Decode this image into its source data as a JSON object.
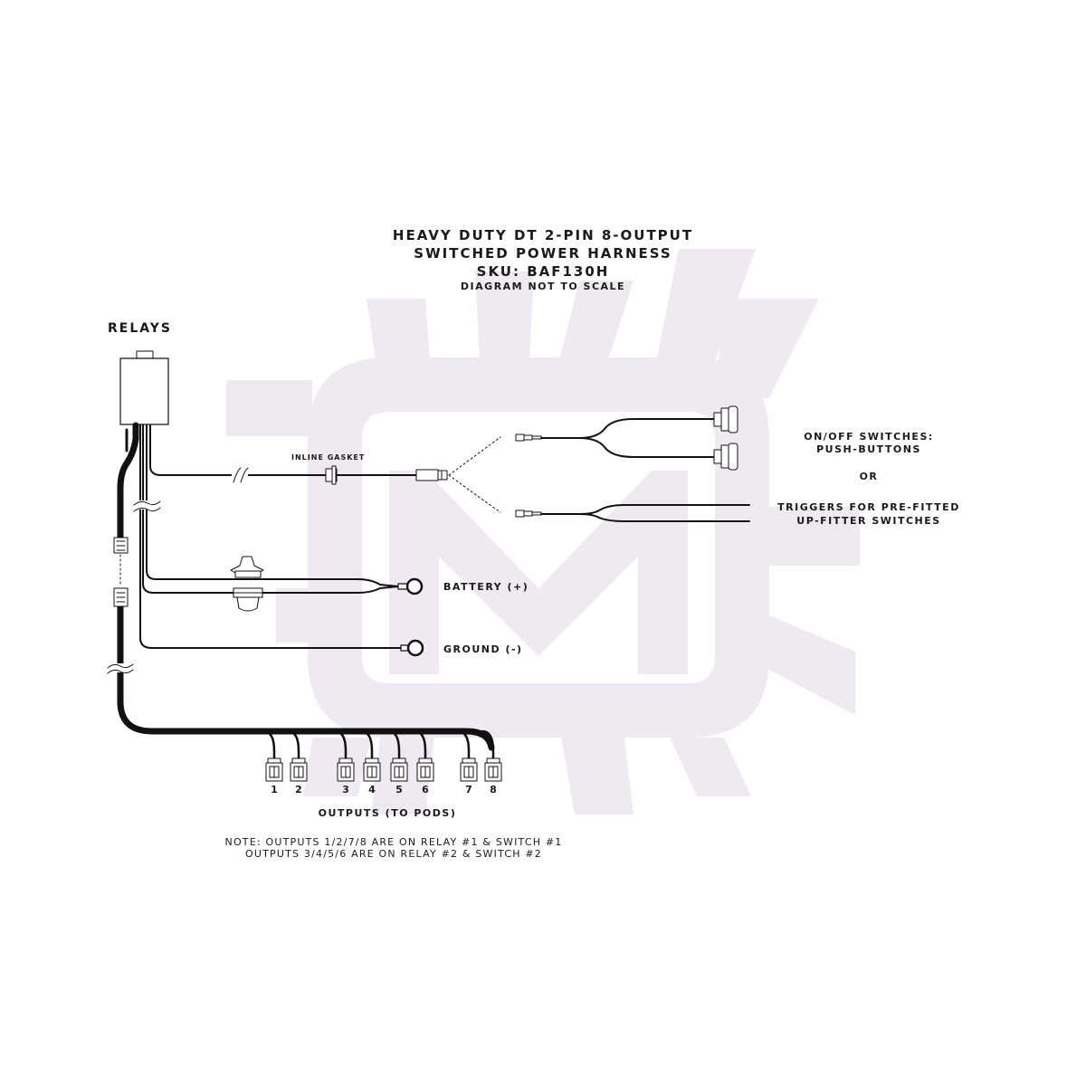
{
  "title": {
    "line1": "HEAVY DUTY DT 2-PIN 8-OUTPUT",
    "line2": "SWITCHED POWER HARNESS",
    "line3": "SKU: BAF130H",
    "line4": "DIAGRAM NOT TO SCALE"
  },
  "labels": {
    "relays": "RELAYS",
    "inline_gasket": "INLINE GASKET",
    "switches_line1": "ON/OFF SWITCHES:",
    "switches_line2": "PUSH-BUTTONS",
    "or": "OR",
    "triggers_line1": "TRIGGERS FOR PRE-FITTED",
    "triggers_line2": "UP-FITTER SWITCHES",
    "battery": "BATTERY (+)",
    "ground": "GROUND (-)",
    "outputs": "OUTPUTS (TO PODS)"
  },
  "note": {
    "line1": "NOTE: OUTPUTS 1/2/7/8 ARE ON RELAY #1 & SWITCH #1",
    "line2": "OUTPUTS 3/4/5/6 ARE ON RELAY #2 & SWITCH #2"
  },
  "outputs": [
    "1",
    "2",
    "3",
    "4",
    "5",
    "6",
    "7",
    "8"
  ],
  "colors": {
    "wire": "#111111",
    "watermark": "#efeaf1",
    "background": "#ffffff"
  }
}
